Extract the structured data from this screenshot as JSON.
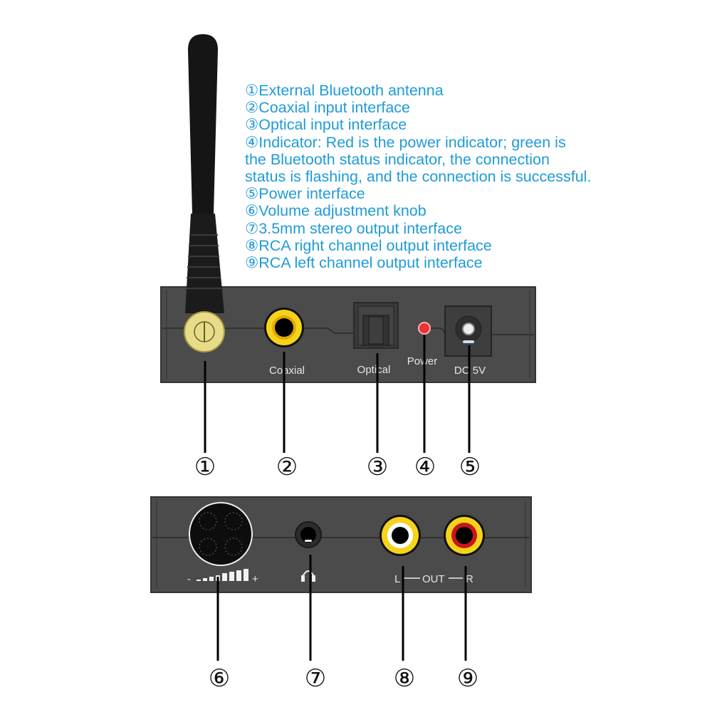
{
  "legend": [
    "①External Bluetooth antenna",
    "②Coaxial input interface",
    "③Optical input interface",
    "④Indicator: Red is the power indicator; green is",
    "the Bluetooth status indicator, the connection",
    "status is flashing, and the connection is successful.",
    "⑤Power interface",
    "⑥Volume adjustment knob",
    "⑦3.5mm stereo output interface",
    "⑧RCA right channel output interface",
    "⑨RCA left channel output interface"
  ],
  "front_panel": {
    "labels": {
      "coaxial": "Coaxial",
      "optical": "Optical",
      "power": "Power",
      "dc": "DC 5V"
    },
    "callouts": [
      "①",
      "②",
      "③",
      "④",
      "⑤"
    ]
  },
  "back_panel": {
    "labels": {
      "minus": "-",
      "plus": "+",
      "left": "L",
      "out": "OUT",
      "right": "R"
    },
    "callouts": [
      "⑥",
      "⑦",
      "⑧",
      "⑨"
    ]
  },
  "colors": {
    "text": "#1f9bd6",
    "panel": "#4b4b4b",
    "rca_yellow": "#f5d31a",
    "led_red": "#e8323c"
  }
}
